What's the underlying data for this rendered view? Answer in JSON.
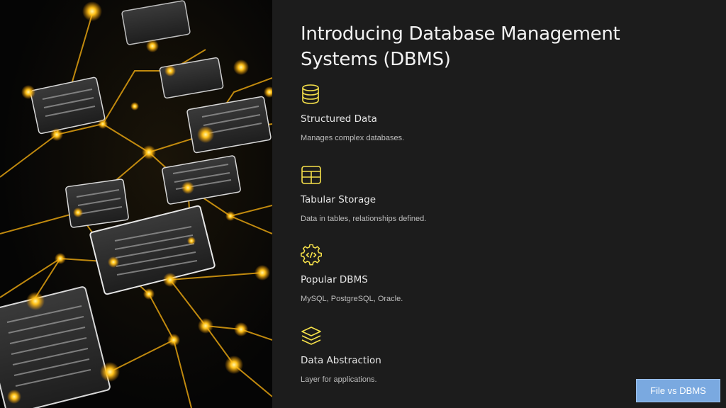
{
  "slide": {
    "title_line1": "Introducing Database Management",
    "title_line2": "Systems (DBMS)",
    "accent_color": "#f5e04a",
    "background_color": "#1c1c1c",
    "features": [
      {
        "icon": "database-icon",
        "title": "Structured Data",
        "description": "Manages complex databases."
      },
      {
        "icon": "table-icon",
        "title": "Tabular Storage",
        "description": "Data in tables, relationships defined."
      },
      {
        "icon": "gear-code-icon",
        "title": "Popular DBMS",
        "description": "MySQL, PostgreSQL, Oracle."
      },
      {
        "icon": "layers-icon",
        "title": "Data Abstraction",
        "description": "Layer for applications."
      }
    ]
  },
  "hero_image": {
    "subject": "glowing-network-of-data-tables-illustration"
  },
  "nav": {
    "button_label": "File vs DBMS",
    "button_color": "#7aa9e0"
  }
}
